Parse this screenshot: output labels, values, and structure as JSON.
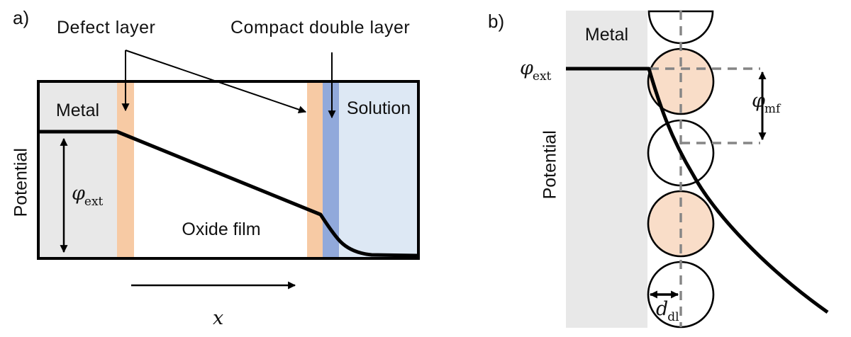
{
  "figure": {
    "type": "scientific-diagram",
    "description_visible_text_only": true
  },
  "colors": {
    "metal": "#e8e8e8",
    "defect_layer": "#f7caa4",
    "compact_layer": "#91a9db",
    "solution": "#dde8f4",
    "ion_fill": "#f9ddc8",
    "ion_empty": "#ffffff",
    "line": "#000000",
    "dash": "#858585"
  },
  "panel_a": {
    "label": "a)",
    "callout_defect": "Defect layer",
    "callout_compact": "Compact double layer",
    "region_metal": "Metal",
    "region_solution": "Solution",
    "region_oxide": "Oxide film",
    "y_axis": "Potential",
    "x_axis": "x",
    "phi_ext": {
      "symbol": "φ",
      "subscript": "ext"
    }
  },
  "panel_b": {
    "label": "b)",
    "region_metal": "Metal",
    "y_axis": "Potential",
    "phi_ext": {
      "symbol": "φ",
      "subscript": "ext"
    },
    "phi_mf": {
      "symbol": "φ",
      "subscript": "mf"
    },
    "d_dl": {
      "symbol": "d",
      "subscript": "dl"
    }
  }
}
